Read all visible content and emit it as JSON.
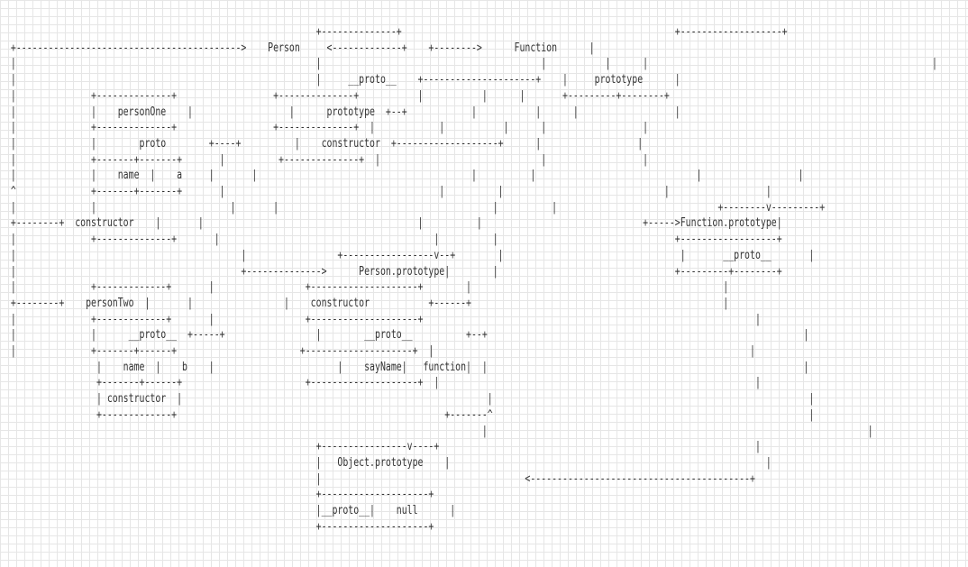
{
  "diagram": {
    "lines": [
      "                                                           +--------------+                                                   +-------------------+",
      "  +------------------------------------------>    Person     <-------------+    +-------->      Function      |",
      "  |                                                        |                                         |           |      |                                                     |",
      "  |                                                        |     __proto__    +---------------------+    |     prototype      |",
      "  |              +--------------+                  +--------------+           |           |      |       +---------+--------+",
      "  |              |    personOne    |                  |      prototype  +--+            |           |      |                  |",
      "  |              +--------------+                  +--------------+  |            |           |      |                  |",
      "  |              |        proto        +----+          |    constructor  +-------------------+      |                  |",
      "  |              +-------+-------+       |          +--------------+  |                              |                  |",
      "  |              |    name  |    a     |       |                                        |          |                              |                  |",
      "  ^              +-------+-------+       |                                        |          |                              |                  |",
      "  |              |                         |       |                                        |          |                              +--------v---------+",
      "  +--------+  constructor    |       |                                        |          |                              +----->Function.prototype|",
      "  |              +--------------+       |                                        |          |                                 +------------------+",
      "  |                                          |                 +-----------------v--+        |                                 |       __proto__       |",
      "  |                                          +-------------->      Person.prototype|        |                                 +---------+--------+",
      "  |              +-------------+       |                 +--------------------+        |                                               |",
      "  +--------+    personTwo  |       |                 |    constructor           +------+                                               |",
      "  |              +-------------+       |                 +--------------------+                                                              |",
      "  |              |      __proto__  +-----+                 |        __proto__          +--+                                                           |",
      "  |              +-------+------+                       +--------------------+  |                                                           |",
      "                  |    name  |    b    |                       |    sayName|   function|  |                                                           |",
      "                  +-------+------+                       +--------------------+  |                                                           |",
      "                  | constructor  |                                                         |                                                           |",
      "                  +-------------+                                                  +-------^                                                           |",
      "                                                                                          |                                                                       |",
      "                                                           +----------------v----+                                                           |",
      "                                                           |   Object.prototype    |                                                           |",
      "                                                           |                                      <-----------------------------------------+",
      "                                                           +--------------------+",
      "                                                           |__proto__|    null      |",
      "                                                           +--------------------+"
    ]
  }
}
